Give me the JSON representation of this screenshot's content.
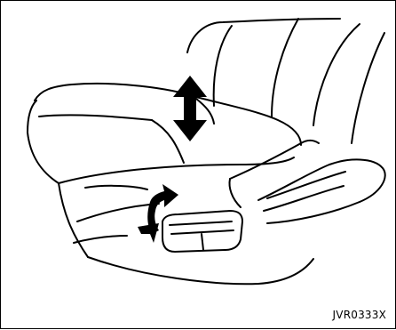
{
  "figure": {
    "code_label": "JVR0333X"
  },
  "colors": {
    "line": "#000000",
    "background": "#ffffff"
  },
  "icons": {
    "vertical_arrow": "double-headed-vertical-arrow",
    "curved_arrow": "curved-double-headed-arrow"
  }
}
